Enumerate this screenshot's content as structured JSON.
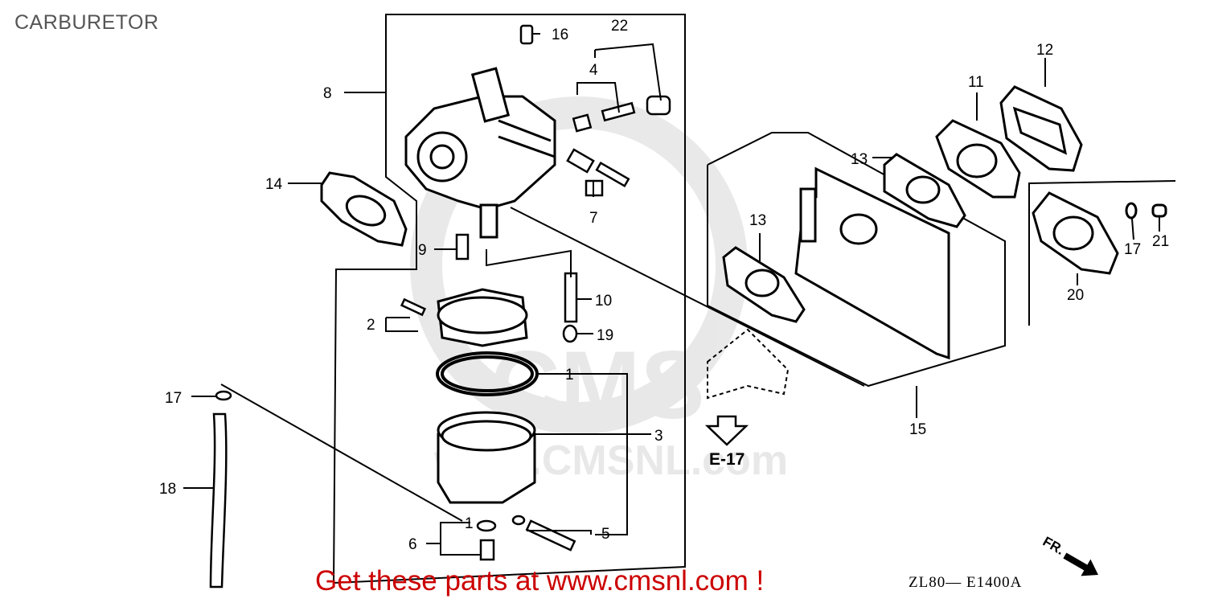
{
  "title": "CARBURETOR",
  "cta": "Get these parts at www.cmsnl.com !",
  "drawing_code": "ZL80— E1400A",
  "watermark": "www.CMSNL.com",
  "ref_e17": "E-17",
  "direction": "FR.",
  "colors": {
    "cta": "#cc0000",
    "ink": "#000000",
    "watermark": "#d9d9d9"
  },
  "callouts": [
    "1",
    "1",
    "2",
    "3",
    "4",
    "5",
    "6",
    "7",
    "8",
    "9",
    "10",
    "11",
    "12",
    "13",
    "13",
    "14",
    "15",
    "16",
    "17",
    "17",
    "18",
    "19",
    "20",
    "21",
    "22"
  ]
}
